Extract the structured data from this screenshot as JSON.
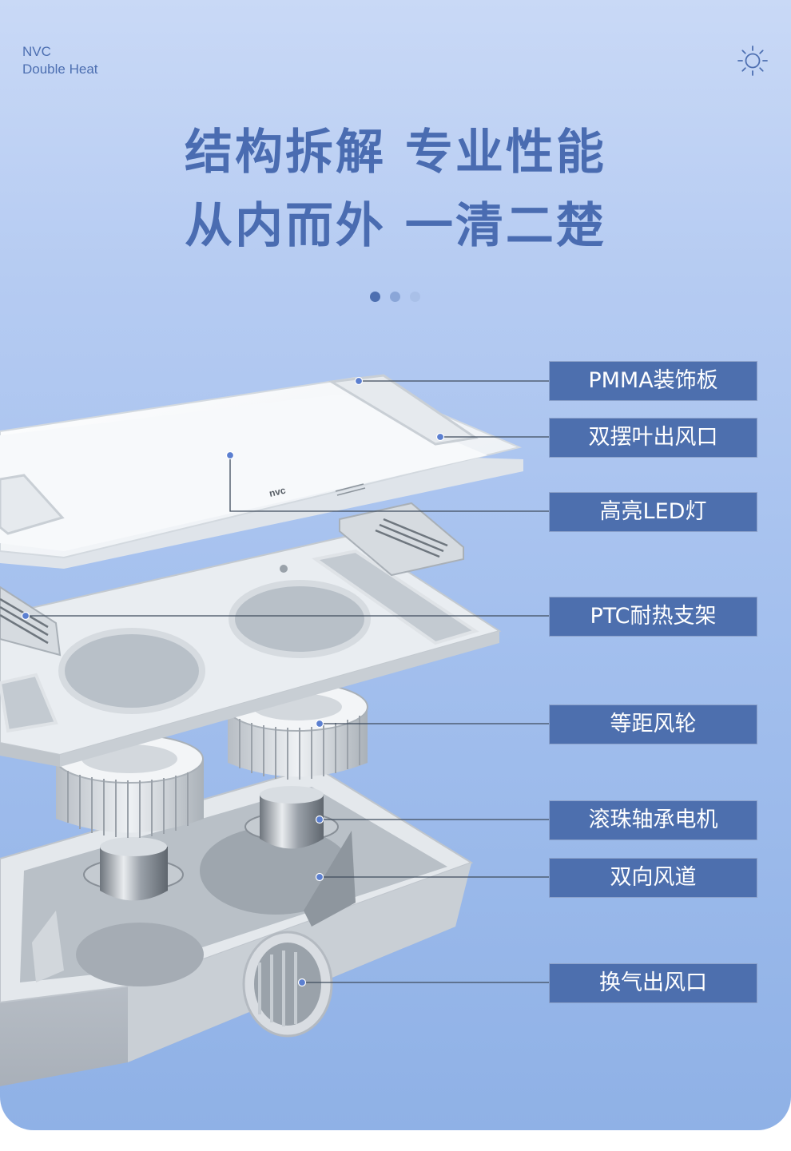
{
  "brand": {
    "line1": "NVC",
    "line2": "Double Heat"
  },
  "icons": {
    "corner": "sun-icon"
  },
  "headline": {
    "line1": "结构拆解 专业性能",
    "line2": "从内而外 一清二楚"
  },
  "pager": {
    "count": 3,
    "active": 0
  },
  "colors": {
    "accent": "#4a6cb1",
    "label_bg": "#4d6fae",
    "label_text": "#ffffff"
  },
  "callouts": [
    "PMMA装饰板",
    "双摆叶出风口",
    "高亮LED灯",
    "PTC耐热支架",
    "等距风轮",
    "滚珠轴承电机",
    "双向风道",
    "换气出风口"
  ]
}
